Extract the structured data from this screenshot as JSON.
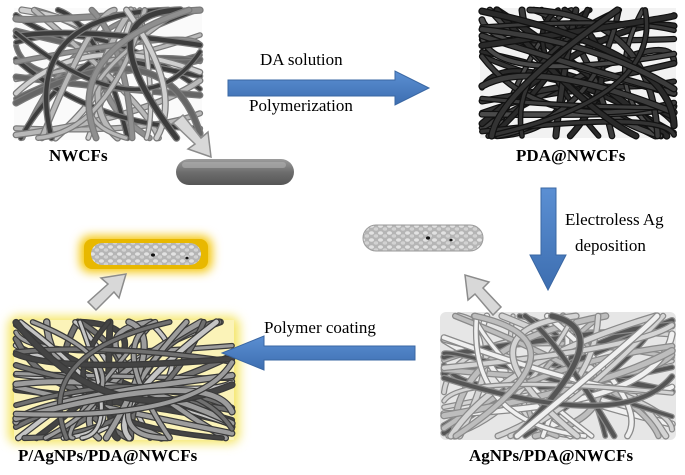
{
  "stages": {
    "nwcfs": "NWCFs",
    "pda": "PDA@NWCFs",
    "ag": "AgNPs/PDA@NWCFs",
    "coated": "P/AgNPs/PDA@NWCFs"
  },
  "steps": {
    "step1_line1": "DA solution",
    "step1_line2": "Polymerization",
    "step2_line1": "Electroless Ag",
    "step2_line2": "deposition",
    "step3": "Polymer coating"
  },
  "colors": {
    "arrow_blue": "#4a7dbf",
    "fiber_light": "#b8b8b8",
    "fiber_dark": "#3c3c3c",
    "coating_yellow": "#f2d600",
    "silver_fiber": "#d4d4d4"
  },
  "icons": {
    "process_arrow": "blue-block-arrow",
    "zoom_arrow": "gray-hollow-arrow"
  }
}
